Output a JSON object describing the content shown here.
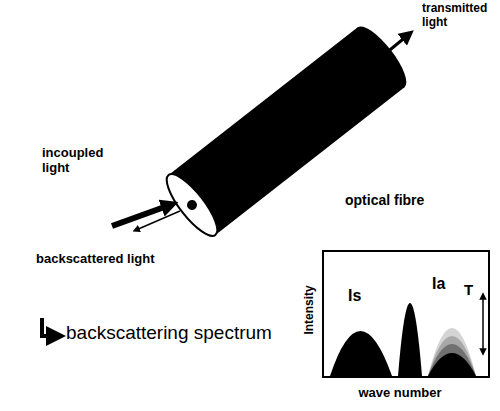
{
  "diagram": {
    "nodes": [
      {
        "text": [
          "Is",
          "Ia",
          "T"
        ]
      }
    ],
    "labels": [
      "transmitted light",
      "incoupled light",
      "backscattered light",
      "optical fibre",
      "backscattering spectrum",
      "Intensity",
      "wave number"
    ]
  }
}
